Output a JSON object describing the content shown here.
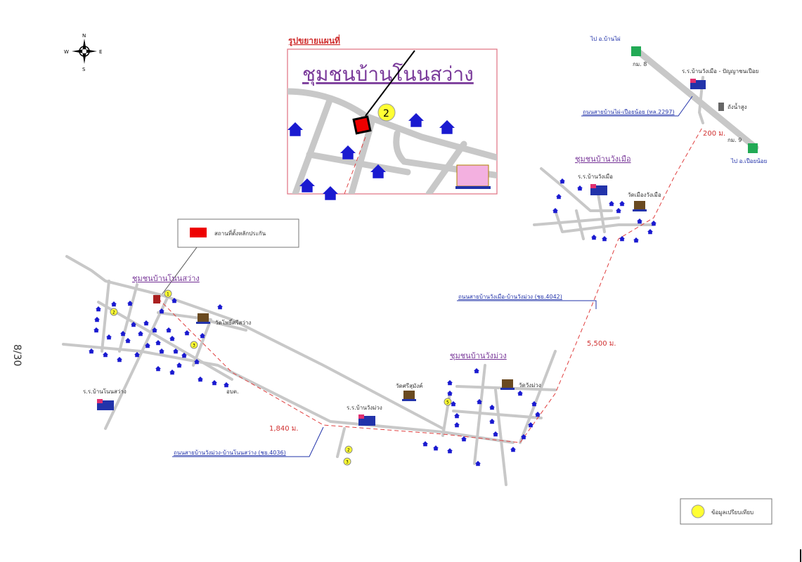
{
  "inset": {
    "caption": "รูปขยายแผนที่",
    "title": "ชุมชนบ้านโนนสว่าง",
    "marker": "2"
  },
  "legend_top": {
    "label": "สถานที่ตั้งหลักประกัน",
    "color": "#ee0000"
  },
  "legend_bottom": {
    "label": "ข้อมูลเปรียบเทียบ",
    "color": "#ffff33"
  },
  "compass": {
    "n": "N",
    "s": "S",
    "e": "E",
    "w": "W"
  },
  "page_number": "8/30",
  "communities": {
    "non_sawang": "ชุมชนบ้านโนนสว่าง",
    "wang_muang": "ชุมชนบ้านวังม่วง",
    "wang_muea": "ชุมชนบ้านวังเมือ"
  },
  "places": {
    "temple_non_sawang": "วัดโพธิ์ศรีสว่าง",
    "school_non_sawang": "ร.ร.บ้านโนนสว่าง",
    "sao": "อบต.",
    "temple_si_sumang": "วัดศรีสุมังค์",
    "temple_wang_muang": "วัดวังม่วง",
    "school_wang_muang": "ร.ร.บ้านวังม่วง",
    "school_wang_muea": "ร.ร.บ้านวังเมือ",
    "temple_wang_muea": "วัดเมืองวังเมือ",
    "school_highway": "ร.ร.บ้านวังเมือ - ปัญญาชนเปือย",
    "water_tower": "ถังน้ำสูง",
    "km8": "กม. 8",
    "km9": "กม. 9",
    "to_ban_phai": "ไป อ.บ้านไผ่",
    "to_pueai_noi": "ไป อ.เปือยน้อย"
  },
  "roads": {
    "road_4036": "ถนนสายบ้านวังม่วง-บ้านโนนสว่าง (ชย.4036)",
    "road_4042": "ถนนสายบ้านวังเมือ-บ้านวังม่วง (ชย.4042)",
    "road_2297": "ถนนสายบ้านไผ่-เปือยน้อย (ทล.2297)"
  },
  "distances": {
    "d1": "1,840 ม.",
    "d2": "5,500 ม.",
    "d3": "200 ม."
  },
  "comparables": [
    "2",
    "1",
    "3",
    "5",
    "2",
    "3"
  ]
}
